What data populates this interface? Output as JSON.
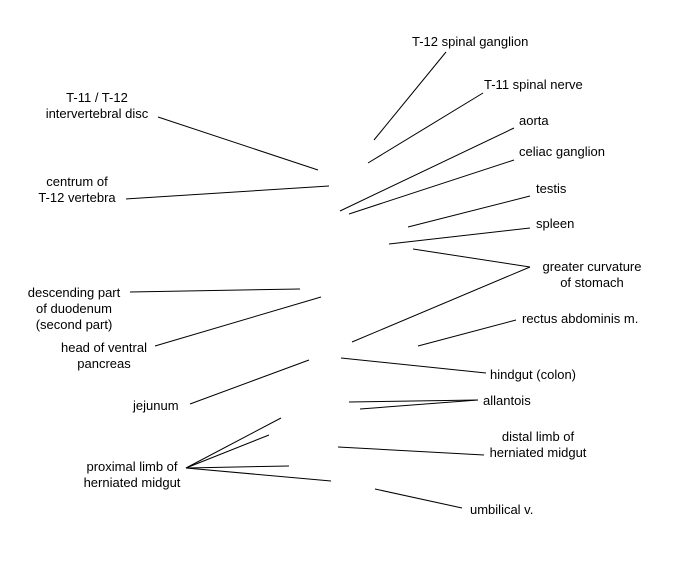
{
  "line_color": "#000000",
  "text_color": "#000000",
  "labels": {
    "t12_spinal_ganglion": "T-12 spinal ganglion",
    "t11_spinal_nerve": "T-11 spinal nerve",
    "aorta": "aorta",
    "celiac_ganglion": "celiac ganglion",
    "testis": "testis",
    "spleen": "spleen",
    "greater_curvature": [
      "greater curvature",
      "of stomach"
    ],
    "rectus_abdominis": "rectus abdominis m.",
    "hindgut": "hindgut (colon)",
    "allantois": "allantois",
    "distal_limb": [
      "distal limb of",
      "herniated midgut"
    ],
    "umbilical_v": "umbilical v.",
    "t11_t12_disc": [
      "T-11 / T-12",
      "intervertebral disc"
    ],
    "centrum_t12": [
      "centrum of",
      "T-12 vertebra"
    ],
    "descending_duodenum": [
      "descending part",
      "of duodenum",
      "(second part)"
    ],
    "head_ventral_pancreas": [
      "head of ventral",
      "pancreas"
    ],
    "jejunum": "jejunum",
    "proximal_limb": [
      "proximal limb of",
      "herniated midgut"
    ]
  }
}
